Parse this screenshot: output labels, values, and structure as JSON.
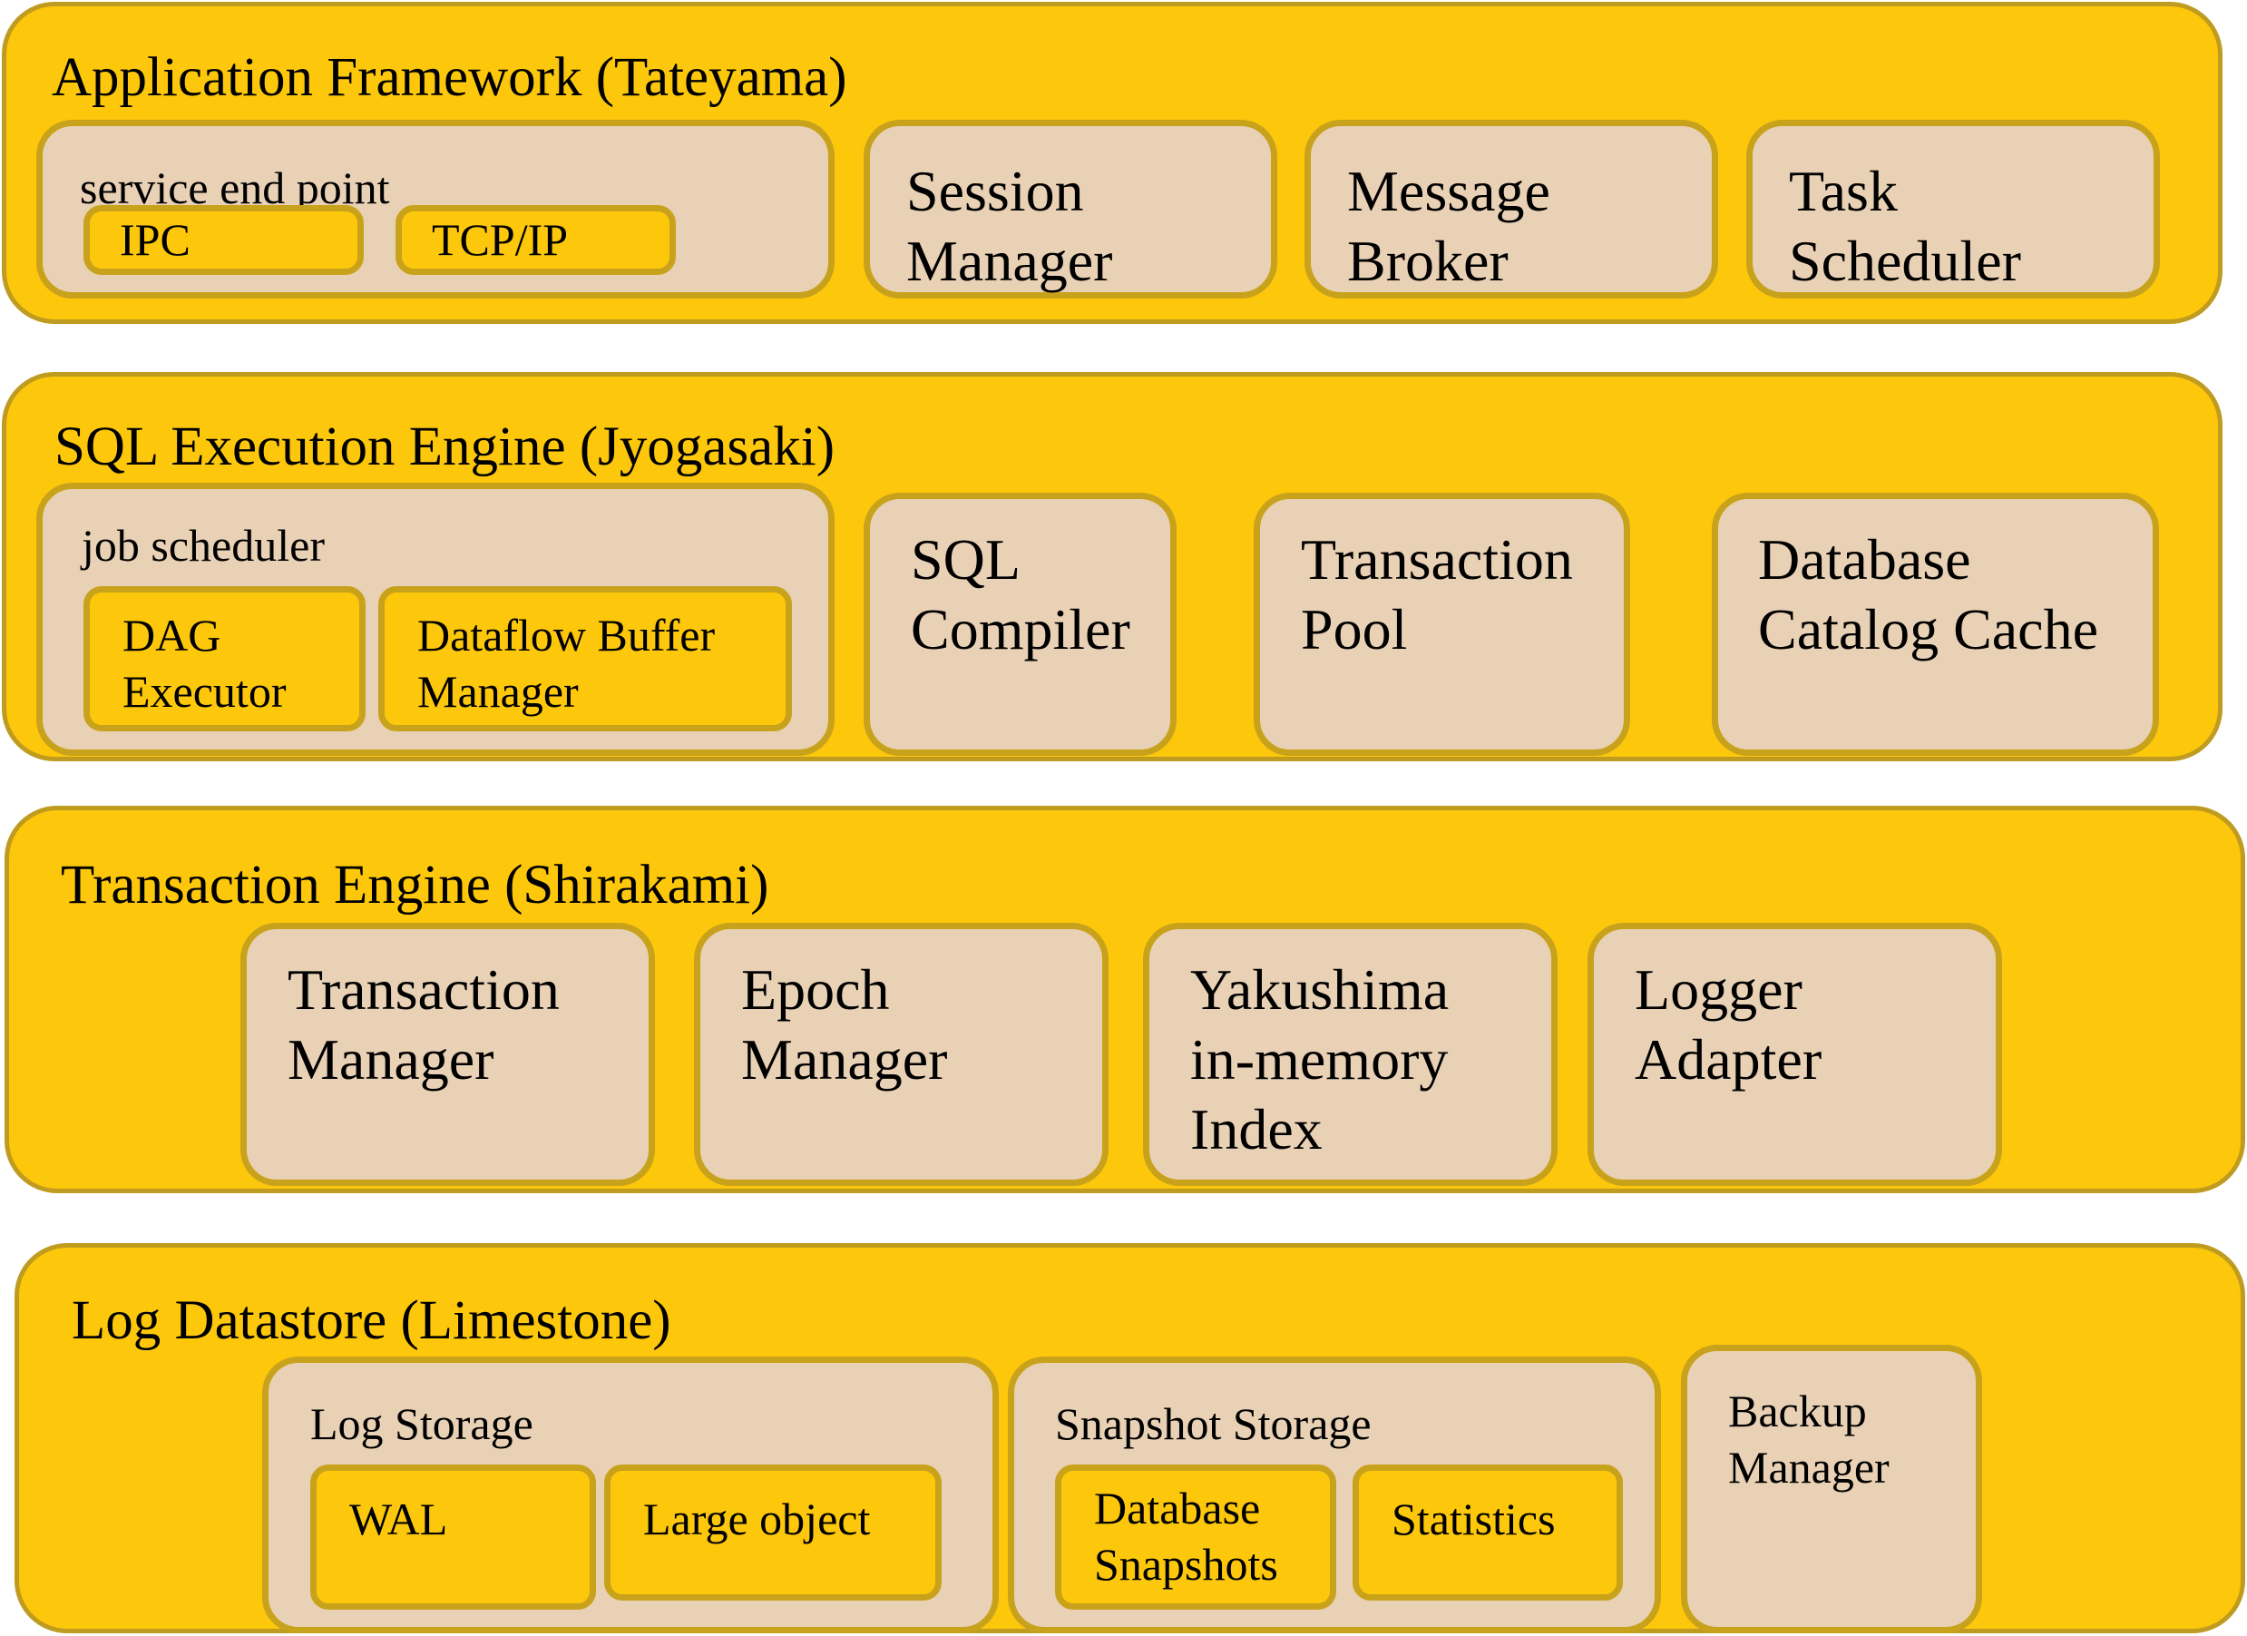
{
  "colors": {
    "layer_fill": "#fdc70c",
    "layer_border": "#bf9b1f",
    "box_fill": "#e9d1b5",
    "box_border": "#c9a21c"
  },
  "layers": [
    {
      "title": "Application Framework (Tateyama)",
      "group": {
        "title": "service end point",
        "items": [
          "IPC",
          "TCP/IP"
        ]
      },
      "boxes": [
        "Session\nManager",
        "Message\nBroker",
        "Task\nScheduler"
      ]
    },
    {
      "title": "SQL Execution Engine (Jyogasaki)",
      "group": {
        "title": "job scheduler",
        "items": [
          "DAG\nExecutor",
          "Dataflow Buffer\nManager"
        ]
      },
      "boxes": [
        "SQL\nCompiler",
        "Transaction\nPool",
        "Database\nCatalog Cache"
      ]
    },
    {
      "title": "Transaction Engine (Shirakami)",
      "boxes": [
        "Transaction\nManager",
        "Epoch\nManager",
        "Yakushima\nin-memory\nIndex",
        "Logger\nAdapter"
      ]
    },
    {
      "title": "Log Datastore (Limestone)",
      "groups": [
        {
          "title": "Log Storage",
          "items": [
            "WAL",
            "Large object"
          ]
        },
        {
          "title": "Snapshot Storage",
          "items": [
            "Database\nSnapshots",
            "Statistics"
          ]
        }
      ],
      "boxes": [
        "Backup\nManager"
      ]
    }
  ]
}
